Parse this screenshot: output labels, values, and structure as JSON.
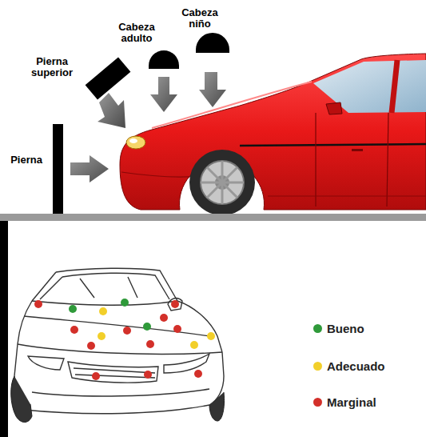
{
  "diagram": {
    "labels": [
      "Pierna superior",
      "Cabeza adulto",
      "Cabeza niño",
      "Pierna"
    ],
    "legend": [
      {
        "text": "Bueno",
        "color": "#2f9a3a"
      },
      {
        "text": "Adecuado",
        "color": "#f2cf2a"
      },
      {
        "text": "Marginal",
        "color": "#d3302a"
      }
    ]
  }
}
